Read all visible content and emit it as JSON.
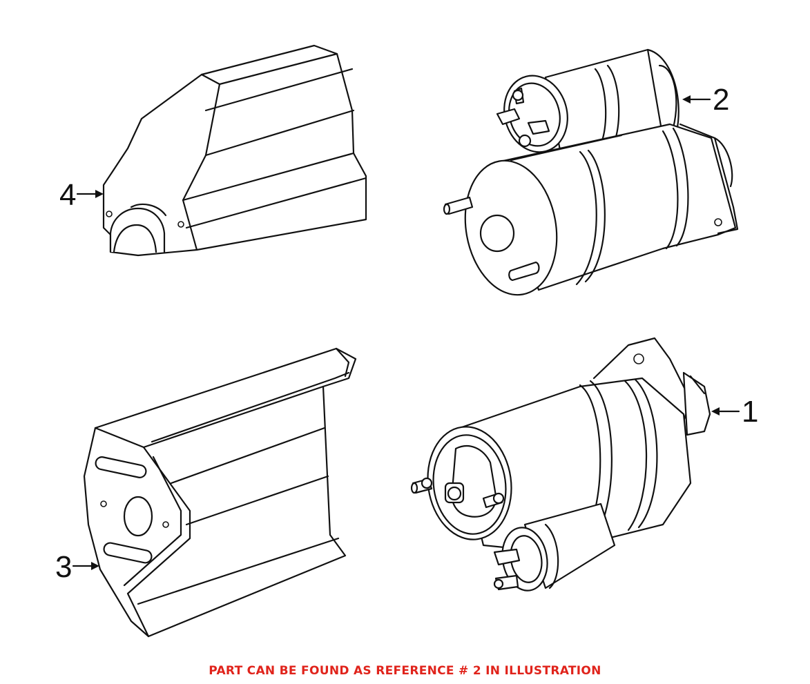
{
  "callouts": [
    {
      "number": "1",
      "part": "starter-motor-lower"
    },
    {
      "number": "2",
      "part": "starter-motor-upper"
    },
    {
      "number": "3",
      "part": "heat-shield-lower"
    },
    {
      "number": "4",
      "part": "heat-shield-upper"
    }
  ],
  "footer": {
    "note": "PART CAN BE FOUND AS REFERENCE # 2 IN ILLUSTRATION"
  },
  "colors": {
    "line": "#111111",
    "note": "#e0231b",
    "background": "#ffffff"
  }
}
